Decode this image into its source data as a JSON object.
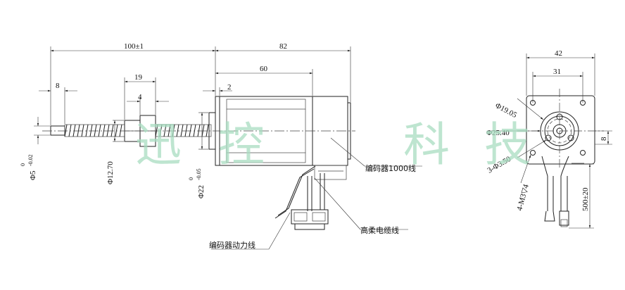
{
  "dimensions": {
    "overall_length": "100±1",
    "body_length": "82",
    "motor_length": "60",
    "flange_thickness": "2",
    "screw_tip": "8",
    "nut_length": "19",
    "nut_flange": "4",
    "end_view_width": "42",
    "hole_spacing": "31",
    "center_offset": "8",
    "cable_length": "500±20"
  },
  "diameters": {
    "screw": "Φ5",
    "screw_tol_upper": "0",
    "screw_tol_lower": "-0.02",
    "nut": "Φ12.70",
    "boss": "Φ22",
    "boss_tol_upper": "0",
    "boss_tol_lower": "-0.05",
    "d1905": "Φ19.05",
    "d2540": "Φ25.40",
    "d350": "3-Φ3.50",
    "m3": "4-M3▽4"
  },
  "labels": {
    "encoder": "编码器1000线",
    "flex_cable": "高柔电缆线",
    "encoder_power": "编码器动力线"
  },
  "watermark": [
    "迅",
    "控",
    "科",
    "技"
  ]
}
